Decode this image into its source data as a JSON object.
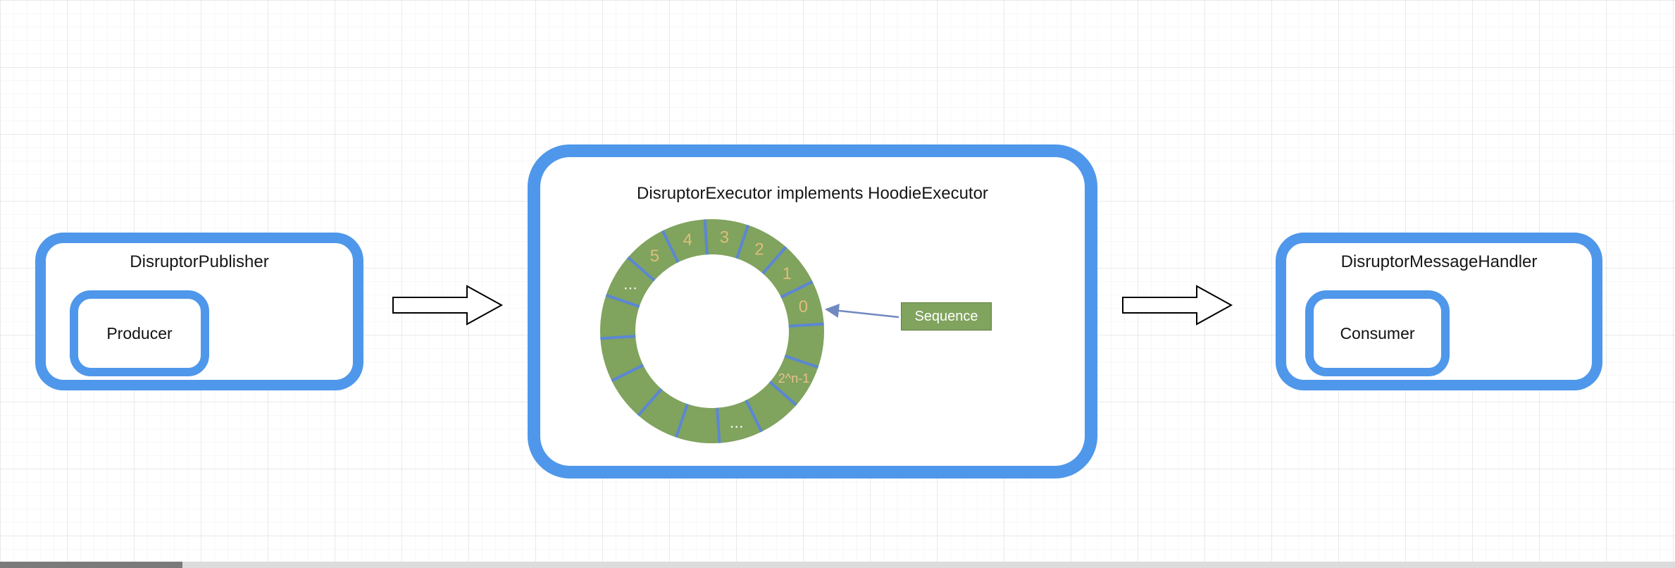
{
  "publisher": {
    "title": "DisruptorPublisher",
    "producer_label": "Producer"
  },
  "executor": {
    "title": "DisruptorExecutor implements HoodieExecutor",
    "sequence_label": "Sequence",
    "ring": {
      "type": "ring-buffer",
      "segments": 16,
      "slot_labels": [
        {
          "text": "...",
          "angle": 150,
          "color": "#f0ede4",
          "size": 24
        },
        {
          "text": "5",
          "angle": 127.5,
          "color": "#dfbd7a",
          "size": 24
        },
        {
          "text": "4",
          "angle": 105,
          "color": "#dfbd7a",
          "size": 24
        },
        {
          "text": "3",
          "angle": 82.5,
          "color": "#dfbd7a",
          "size": 24
        },
        {
          "text": "2",
          "angle": 60,
          "color": "#dfbd7a",
          "size": 24
        },
        {
          "text": "1",
          "angle": 37.5,
          "color": "#dfbd7a",
          "size": 24
        },
        {
          "text": "0",
          "angle": 15,
          "color": "#dfbd7a",
          "size": 24
        },
        {
          "text": "2^n-1",
          "angle": -30,
          "color": "#edc08e",
          "size": 18
        },
        {
          "text": "...",
          "angle": -75,
          "color": "#f5f5ef",
          "size": 24
        }
      ]
    }
  },
  "handler": {
    "title": "DisruptorMessageHandler",
    "consumer_label": "Consumer"
  },
  "colors": {
    "frame_blue": "#4f97ea",
    "ring_green": "#80a35e",
    "divider_blue": "#5b87d5",
    "slot_number_gold": "#dfbd7a",
    "pointer_blue": "#7089c0"
  }
}
